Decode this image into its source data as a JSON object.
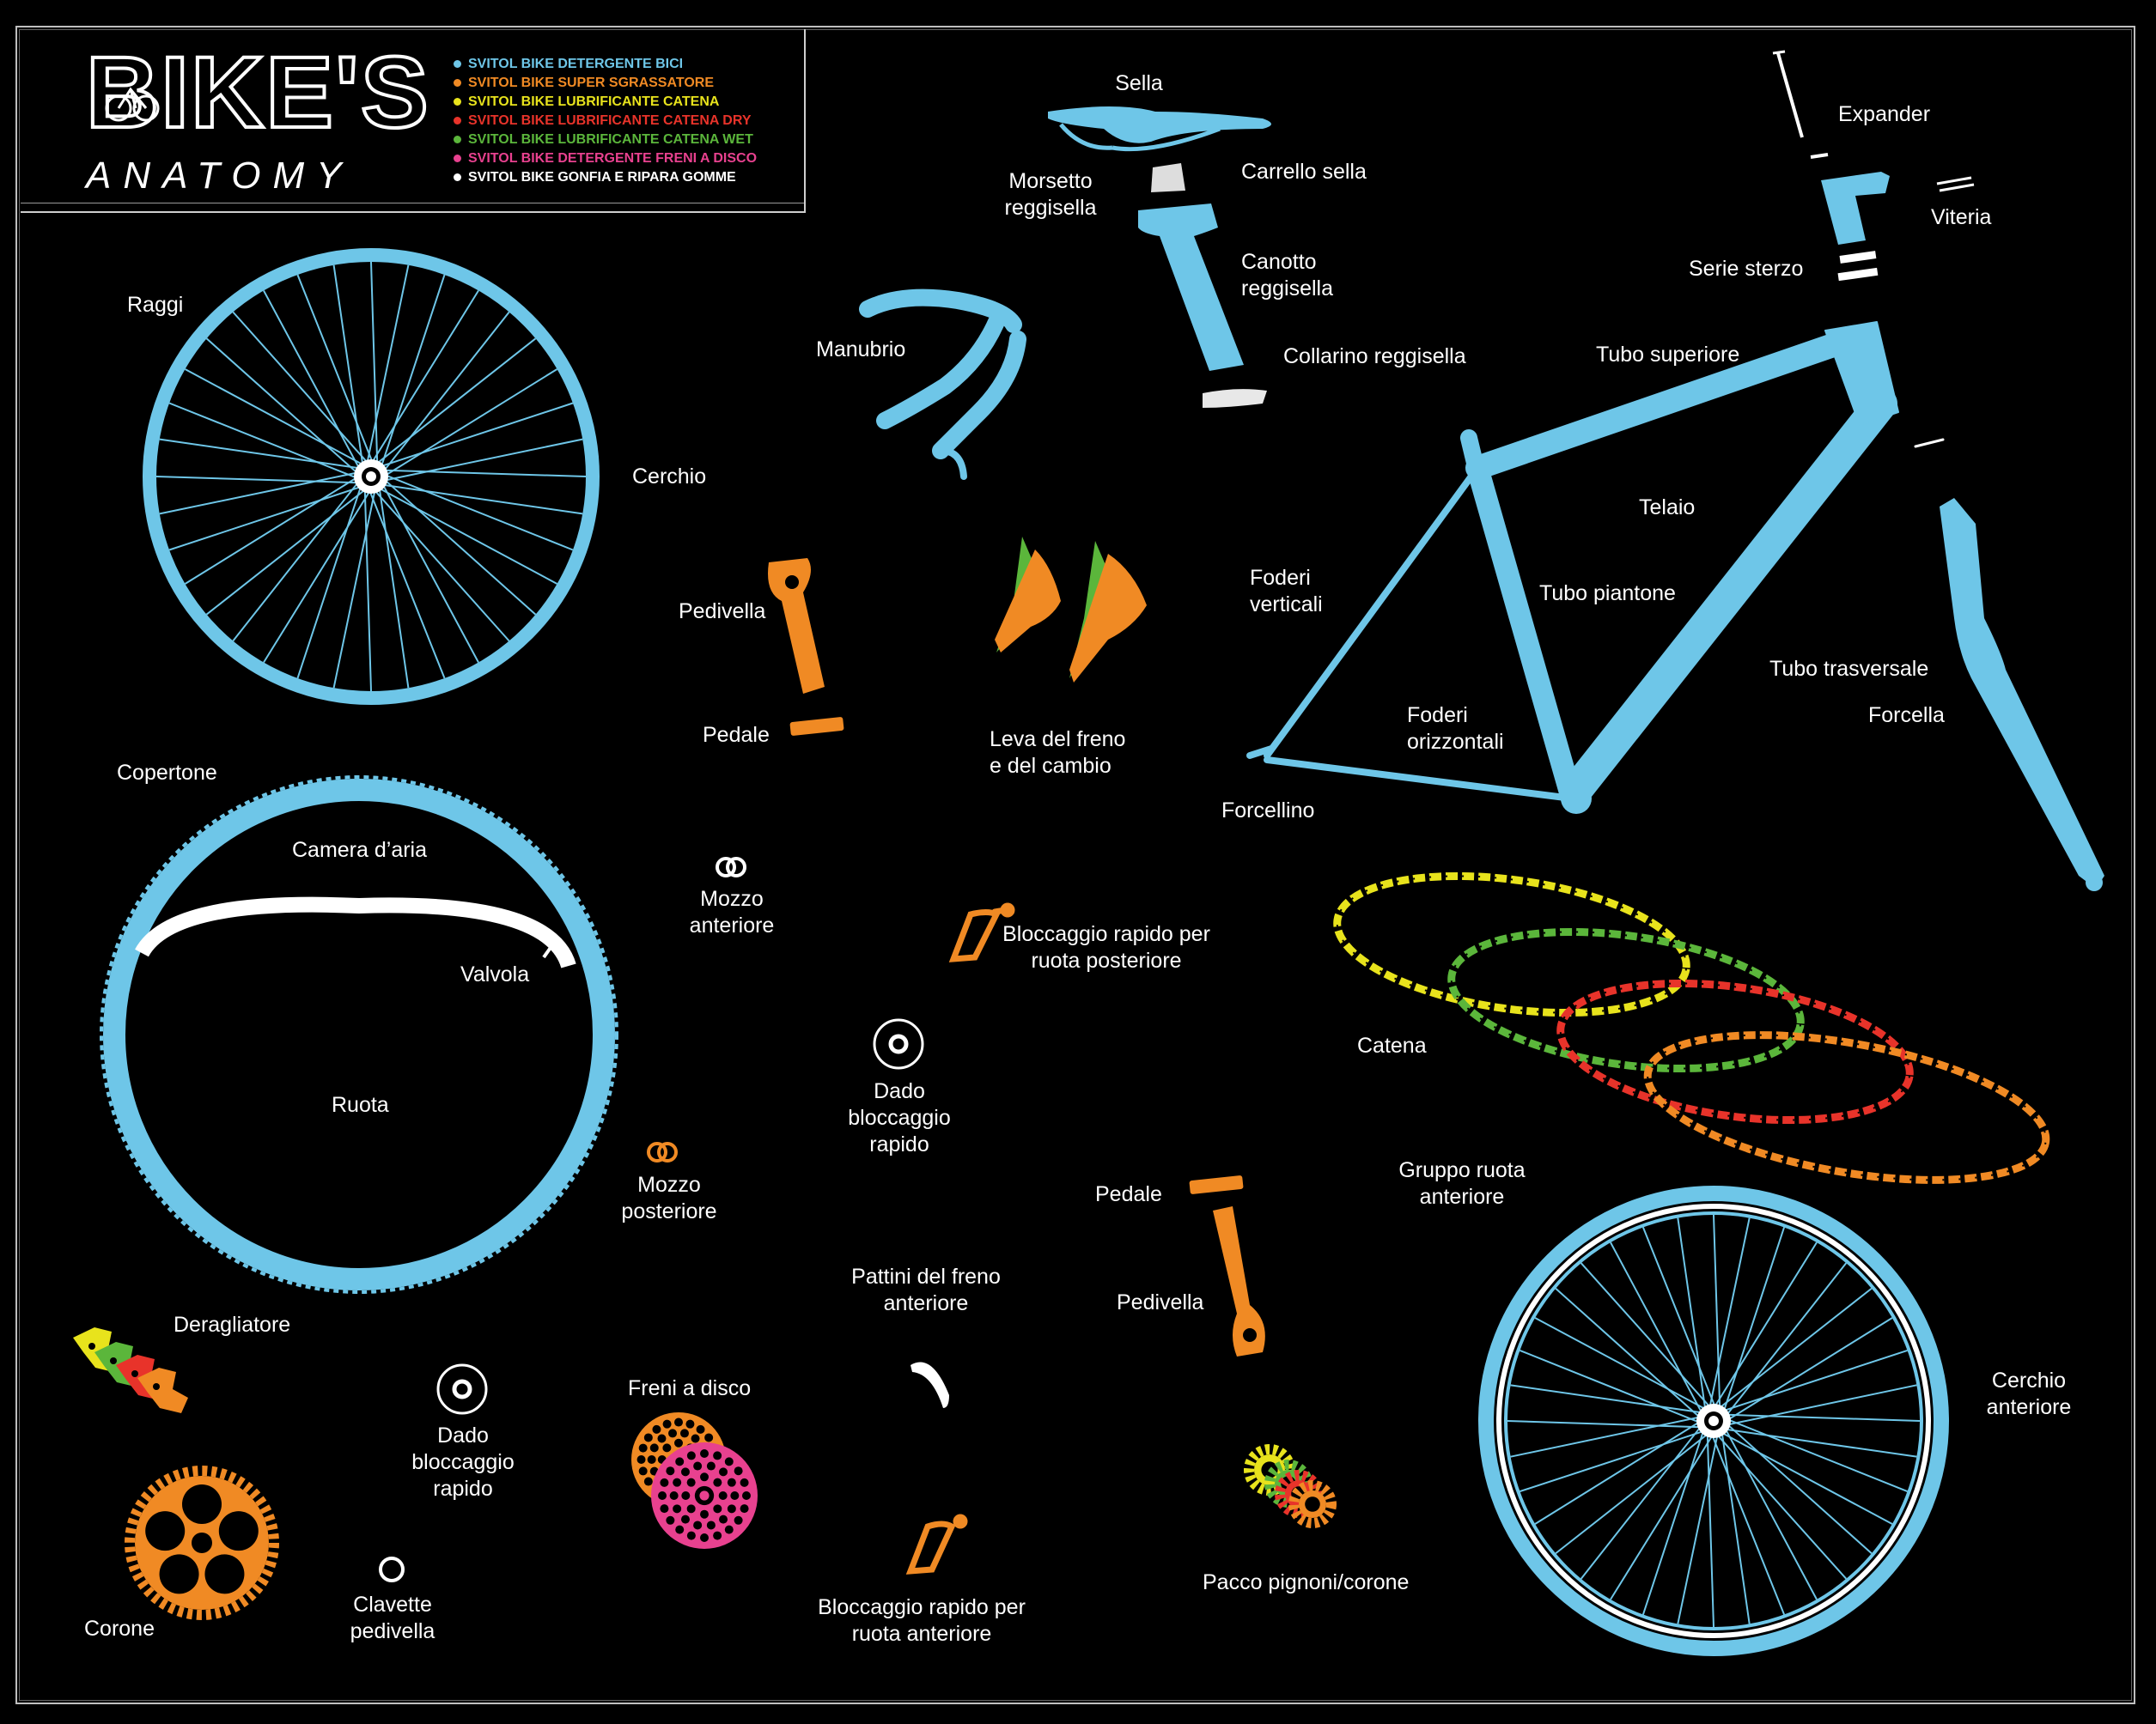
{
  "colors": {
    "frame": "#6ec6e8",
    "orange": "#f08a24",
    "yellow": "#e8e31c",
    "red": "#e8332a",
    "green": "#5bb63b",
    "pink": "#e8418f",
    "white": "#ffffff",
    "background": "#000000"
  },
  "title": {
    "main": "BIKE'S",
    "sub": "ANATOMY"
  },
  "legend": [
    {
      "text": "SVITOL BIKE DETERGENTE BICI",
      "color": "#6ec6e8"
    },
    {
      "text": "SVITOL BIKE SUPER SGRASSATORE",
      "color": "#f08a24"
    },
    {
      "text": "SVITOL  BIKE LUBRIFICANTE CATENA",
      "color": "#e8e31c"
    },
    {
      "text": "SVITOL BIKE LUBRIFICANTE CATENA DRY",
      "color": "#e8332a"
    },
    {
      "text": "SVITOL BIKE LUBRIFICANTE CATENA WET",
      "color": "#5bb63b"
    },
    {
      "text": "SVITOL BIKE DETERGENTE FRENI A DISCO",
      "color": "#e8418f"
    },
    {
      "text": "SVITOL BIKE GONFIA E RIPARA GOMME",
      "color": "#ffffff"
    }
  ],
  "labels": {
    "sella": "Sella",
    "morsetto": "Morsetto\nreggisella",
    "carrello": "Carrello sella",
    "canotto": "Canotto\nreggisella",
    "collarino": "Collarino reggisella",
    "expander": "Expander",
    "viteria": "Viteria",
    "serie_sterzo": "Serie sterzo",
    "tubo_superiore": "Tubo superiore",
    "raggi": "Raggi",
    "cerchio": "Cerchio",
    "manubrio": "Manubrio",
    "telaio": "Telaio",
    "foderi_verticali": "Foderi\nverticali",
    "tubo_piantone": "Tubo piantone",
    "pedivella_top": "Pedivella",
    "pedale_top": "Pedale",
    "leva": "Leva del freno\ne del cambio",
    "tubo_trasversale": "Tubo trasversale",
    "forcella": "Forcella",
    "foderi_orizzontali": "Foderi\norizzontali",
    "forcellino": "Forcellino",
    "copertone": "Copertone",
    "camera": "Camera d’aria",
    "mozzo_anteriore": "Mozzo\nanteriore",
    "bloccaggio_posteriore": "Bloccaggio rapido per\nruota posteriore",
    "valvola": "Valvola",
    "catena": "Catena",
    "dado_mid": "Dado\nbloccaggio\nrapido",
    "ruota": "Ruota",
    "mozzo_posteriore": "Mozzo\nposteriore",
    "gruppo_ruota": "Gruppo ruota\nanteriore",
    "pedale_bottom": "Pedale",
    "pattini": "Pattini del freno\nanteriore",
    "pedivella_bottom": "Pedivella",
    "deragliatore": "Deragliatore",
    "freni_disco": "Freni a disco",
    "cerchio_anteriore": "Cerchio\nanteriore",
    "dado_bottom": "Dado\nbloccaggio\nrapido",
    "pacco_pignoni": "Pacco pignoni/corone",
    "clavette": "Clavette\npedivella",
    "bloccaggio_anteriore": "Bloccaggio rapido per\nruota anteriore",
    "corone": "Corone"
  },
  "icons": {
    "logo": "bike-logo-icon",
    "parts": [
      "wheel-icon",
      "tire-icon",
      "saddle-icon",
      "seatpost-icon",
      "handlebar-icon",
      "frame-icon",
      "fork-icon",
      "stem-icon",
      "crank-icon",
      "pedal-icon",
      "brake-lever-icon",
      "chain-icon",
      "hub-icon",
      "quick-release-icon",
      "nut-icon",
      "brake-pad-icon",
      "disc-brake-icon",
      "cassette-icon",
      "chainring-icon",
      "derailleur-icon",
      "washer-icon"
    ]
  }
}
